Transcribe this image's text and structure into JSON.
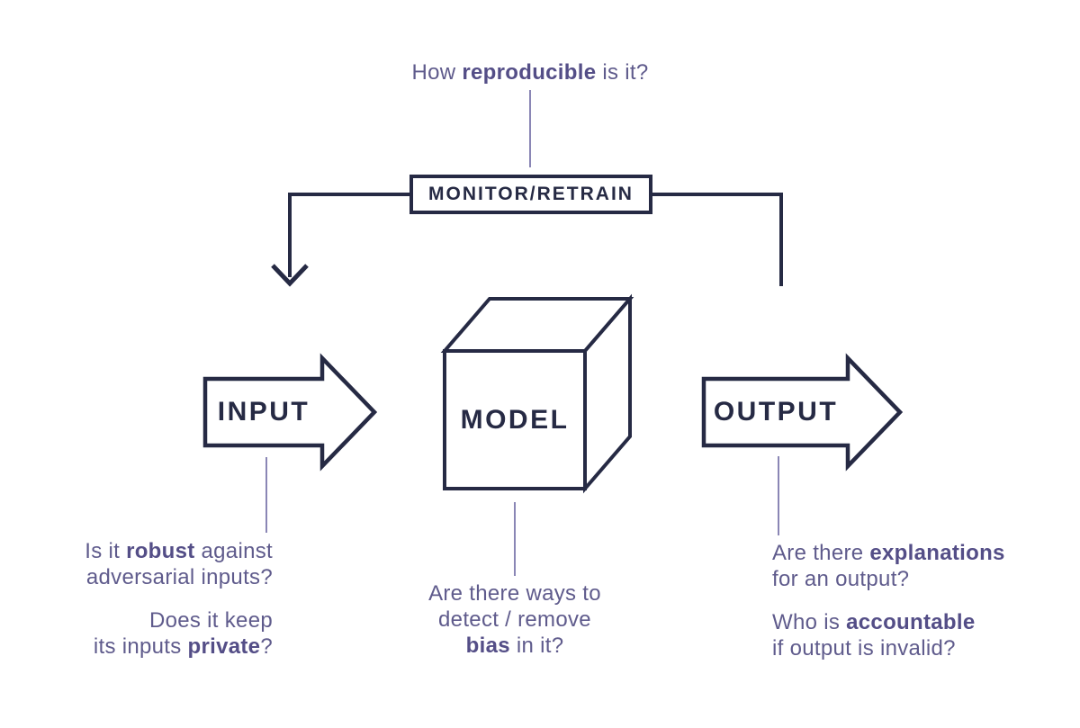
{
  "colors": {
    "ink": "#262a44",
    "question_text": "#5f5b8c",
    "question_bold": "#544e87",
    "leader_line": "#8a86b5",
    "background": "#ffffff"
  },
  "top_question": {
    "pre": "How ",
    "bold": "reproducible",
    "post": " is it?"
  },
  "monitor_box": {
    "label": "MONITOR/RETRAIN"
  },
  "nodes": {
    "input_label": "INPUT",
    "model_label": "MODEL",
    "output_label": "OUTPUT"
  },
  "questions": {
    "input": [
      {
        "lines": [
          {
            "pre": "Is it ",
            "bold": "robust",
            "post": " against"
          },
          {
            "pre": "adversarial inputs?",
            "bold": "",
            "post": ""
          }
        ]
      },
      {
        "lines": [
          {
            "pre": "Does it keep",
            "bold": "",
            "post": ""
          },
          {
            "pre": "its inputs ",
            "bold": "private",
            "post": "?"
          }
        ]
      }
    ],
    "model": [
      {
        "lines": [
          {
            "pre": "Are there ways to",
            "bold": "",
            "post": ""
          },
          {
            "pre": "detect / remove",
            "bold": "",
            "post": ""
          },
          {
            "pre": "",
            "bold": "bias",
            "post": " in it?"
          }
        ]
      }
    ],
    "output": [
      {
        "lines": [
          {
            "pre": "Are there ",
            "bold": "explanations",
            "post": ""
          },
          {
            "pre": "for an output?",
            "bold": "",
            "post": ""
          }
        ]
      },
      {
        "lines": [
          {
            "pre": "Who is ",
            "bold": "accountable",
            "post": ""
          },
          {
            "pre": "if output is invalid?",
            "bold": "",
            "post": ""
          }
        ]
      }
    ]
  }
}
